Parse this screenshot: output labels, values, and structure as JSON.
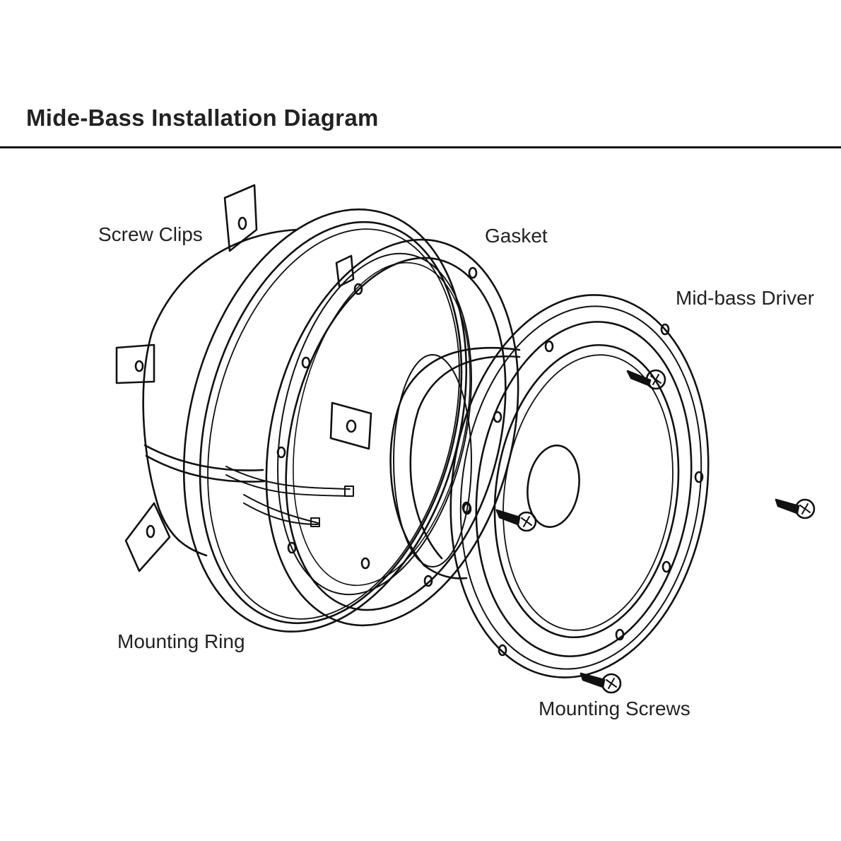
{
  "diagram": {
    "title": "Mide-Bass Installation Diagram",
    "labels": {
      "screw_clips": "Screw Clips",
      "gasket": "Gasket",
      "mid_bass_driver": "Mid-bass Driver",
      "mounting_ring": "Mounting Ring",
      "mounting_screws": "Mounting Screws"
    }
  }
}
